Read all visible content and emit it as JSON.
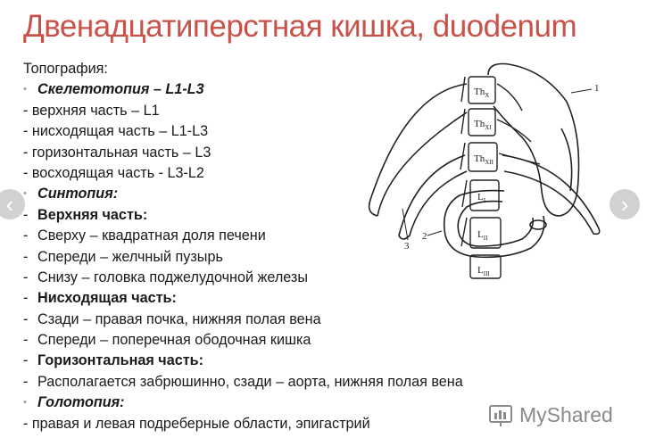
{
  "title": "Двенадцатиперстная кишка, duodenum",
  "lines": [
    {
      "prefix": "",
      "text": "Топография:",
      "style": "plain"
    },
    {
      "prefix": "•",
      "text": "Скелетотопия – L1-L3",
      "style": "bi"
    },
    {
      "prefix": "",
      "text": "- верхняя часть – L1",
      "style": "plain"
    },
    {
      "prefix": "",
      "text": "- нисходящая часть – L1-L3",
      "style": "plain"
    },
    {
      "prefix": "",
      "text": "- горизонтальная часть – L3",
      "style": "plain"
    },
    {
      "prefix": "",
      "text": "- восходящая часть -  L3-L2",
      "style": "plain"
    },
    {
      "prefix": "•",
      "text": "Синтопия:",
      "style": "bi"
    },
    {
      "prefix": "-",
      "text": "Верхняя часть:",
      "style": "b"
    },
    {
      "prefix": "-",
      "text": "Сверху – квадратная доля печени",
      "style": "plain"
    },
    {
      "prefix": "-",
      "text": "Спереди – желчный пузырь",
      "style": "plain"
    },
    {
      "prefix": "-",
      "text": "Снизу – головка поджелудочной железы",
      "style": "plain"
    },
    {
      "prefix": "-",
      "text": "Нисходящая часть:",
      "style": "b"
    },
    {
      "prefix": "-",
      "text": "Сзади – правая почка, нижняя полая вена",
      "style": "plain"
    },
    {
      "prefix": "-",
      "text": "Спереди – поперечная ободочная кишка",
      "style": "plain"
    },
    {
      "prefix": "-",
      "text": "Горизонтальная  часть:",
      "style": "b"
    },
    {
      "prefix": "-",
      "text": "Располагается забрюшинно, сзади – аорта, нижняя полая вена",
      "style": "plain"
    },
    {
      "prefix": "•",
      "text": "Голотопия:",
      "style": "bi"
    },
    {
      "prefix": "",
      "text": "- правая и левая подреберные области, эпигастрий",
      "style": "plain"
    }
  ],
  "diagram": {
    "vertebrae": [
      "Th",
      "Th",
      "Th",
      "L",
      "L",
      "L"
    ],
    "vertebrae_sub": [
      "X",
      "XI",
      "XII",
      "I",
      "II",
      "III"
    ],
    "callouts": [
      "1",
      "2",
      "3"
    ]
  },
  "watermark": "MyShared",
  "nav": {
    "prev_icon": "‹",
    "next_icon": "›"
  }
}
